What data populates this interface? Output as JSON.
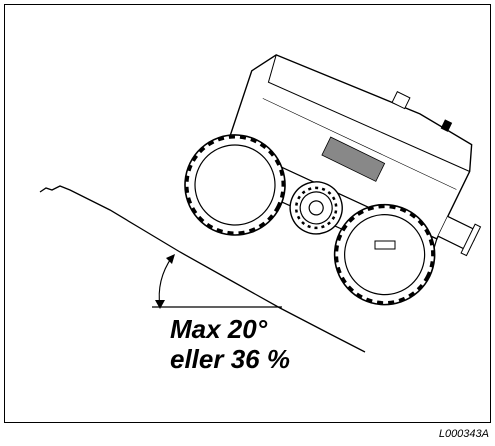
{
  "diagram": {
    "caption_line1": "Max 20°",
    "caption_line2": "eller 36 %",
    "figure_code": "L000343A",
    "colors": {
      "line": "#000000",
      "background": "#ffffff"
    }
  }
}
